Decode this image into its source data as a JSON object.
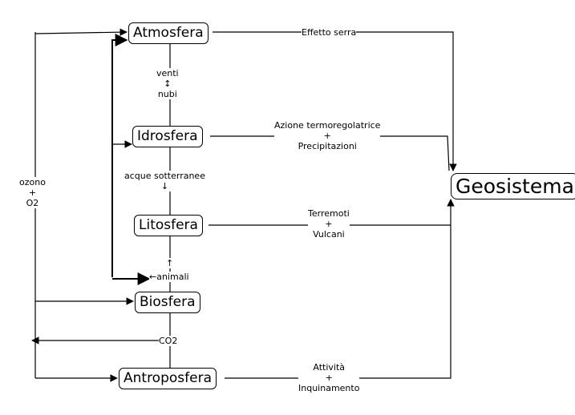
{
  "nodes": {
    "atmosfera": "Atmosfera",
    "idrosfera": "Idrosfera",
    "litosfera": "Litosfera",
    "biosfera": "Biosfera",
    "antroposfera": "Antroposfera",
    "geosistema": "Geosistema"
  },
  "labels": {
    "effetto_serra": "Effetto serra",
    "azione": "Azione termoregolatrice",
    "plus": "+",
    "precipitazioni": "Precipitazioni",
    "terremoti": "Terremoti",
    "vulcani": "Vulcani",
    "attivita": "Attività",
    "inquinamento": "Inquinamento",
    "venti": "venti",
    "updown_arrow": "↕",
    "nubi": "nubi",
    "acque": "acque sotterranee",
    "down_arrow": "↓",
    "up_arrow": "↑",
    "animali": "←animali",
    "co2": "CO2",
    "ozono": "ozono",
    "o2": "O2"
  }
}
